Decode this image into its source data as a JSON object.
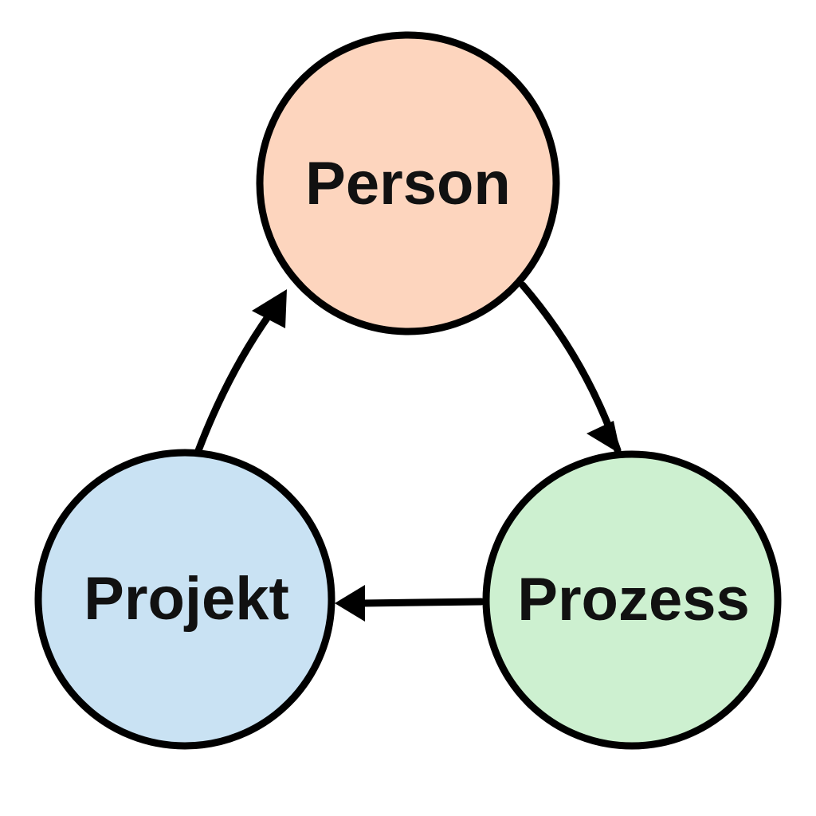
{
  "nodes": {
    "person": {
      "label": "Person",
      "fill": "#fdd5be"
    },
    "prozess": {
      "label": "Prozess",
      "fill": "#cdf0d0"
    },
    "projekt": {
      "label": "Projekt",
      "fill": "#c9e2f3"
    }
  },
  "edges": [
    {
      "from": "Person",
      "to": "Prozess"
    },
    {
      "from": "Prozess",
      "to": "Projekt"
    },
    {
      "from": "Projekt",
      "to": "Person"
    }
  ],
  "colors": {
    "stroke": "#000000",
    "background": "#ffffff",
    "text": "#111111"
  }
}
